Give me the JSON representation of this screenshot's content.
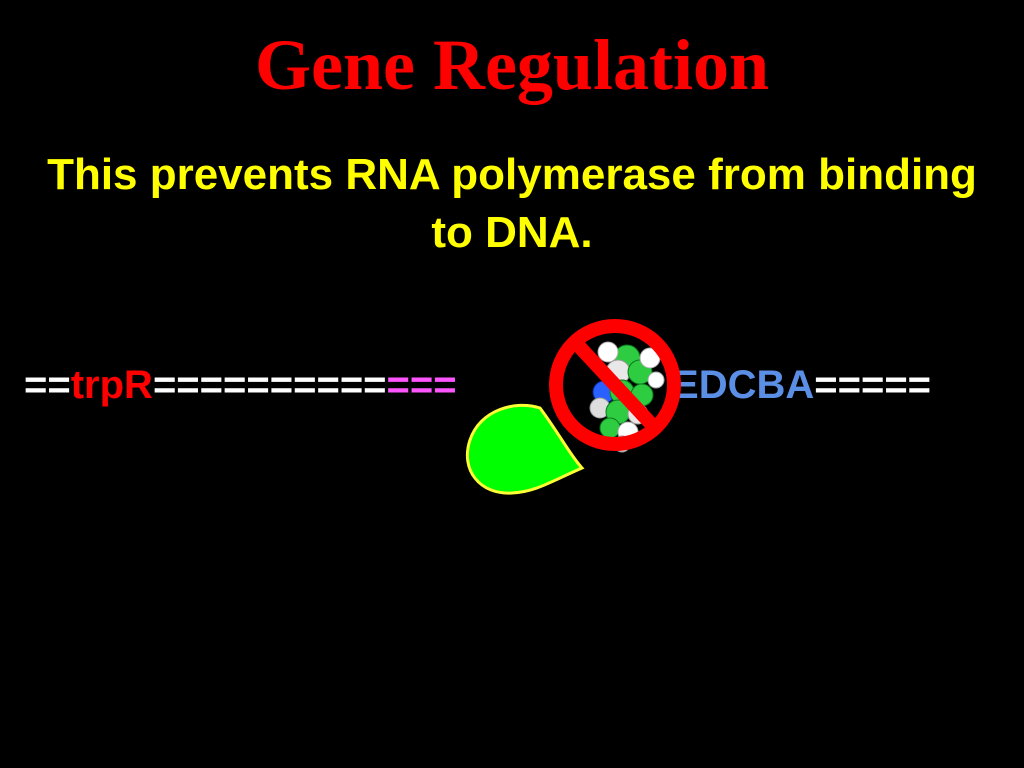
{
  "slide": {
    "title": "Gene Regulation",
    "subtitle": "This prevents RNA polymerase from binding to DNA.",
    "dna_strand": {
      "left_prefix": "==",
      "repressor_gene": "trpR",
      "spacer": "==========",
      "operator": "===",
      "operon_prefix": "E",
      "operon_genes": "DCBA",
      "right_suffix": "====="
    },
    "colors": {
      "background": "#000000",
      "title": "#ff0000",
      "subtitle": "#ffff00",
      "repressor_gene": "#ff0000",
      "operator": "#ff55ff",
      "operon_genes": "#5b8fe6",
      "rna_polymerase": "#00ff00",
      "prohibition_sign": "#ff0000"
    },
    "icons": {
      "polymerase": "rna-polymerase-shape",
      "repressor": "tryptophan-molecule",
      "blocked": "prohibition-sign-icon"
    }
  }
}
